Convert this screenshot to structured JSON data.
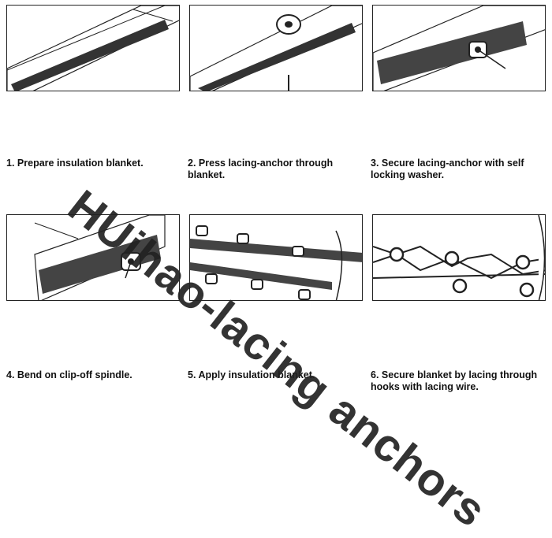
{
  "steps": [
    {
      "number": "1.",
      "text": "Prepare insulation blanket."
    },
    {
      "number": "2.",
      "text": "Press lacing-anchor through blanket."
    },
    {
      "number": "3.",
      "text": "Secure lacing-anchor with self locking washer."
    },
    {
      "number": "4.",
      "text": "Bend on clip-off spindle."
    },
    {
      "number": "5.",
      "text": "Apply insulation blanket."
    },
    {
      "number": "6.",
      "text": "Secure blanket by lacing through hooks with lacing wire."
    }
  ],
  "watermark": "HUihao-lacing anchors"
}
